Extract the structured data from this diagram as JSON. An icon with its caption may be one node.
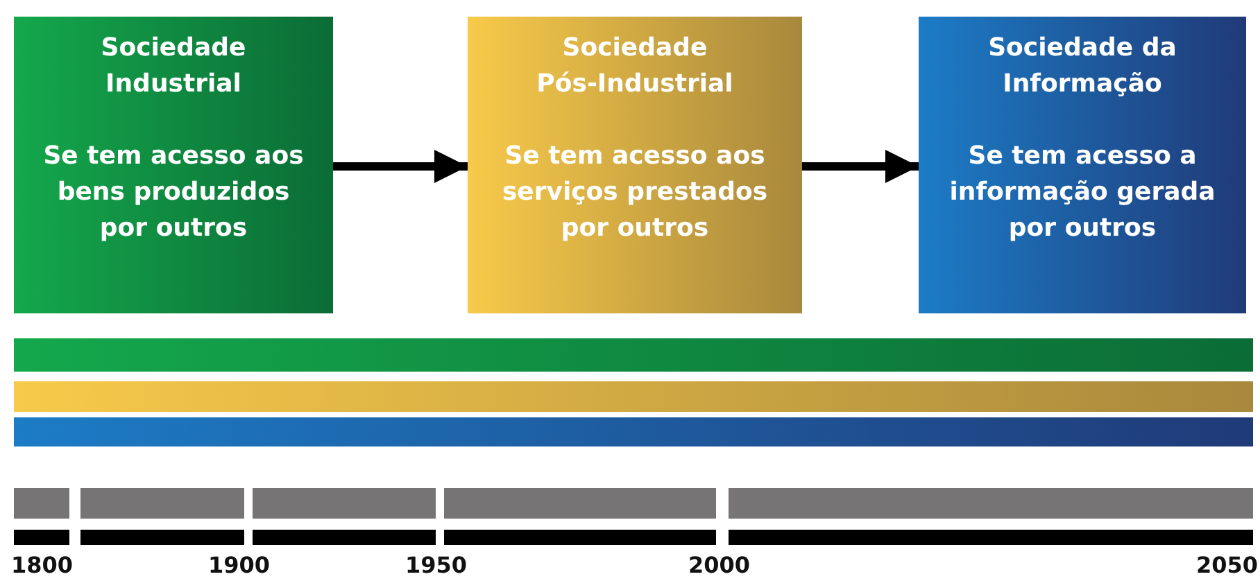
{
  "diagram": {
    "nodes": [
      {
        "text": [
          "Sociedade Industrial",
          "Se tem acesso aos bens produzidos por outros"
        ]
      },
      {
        "text": [
          "Sociedade Pós-Industrial",
          "Se tem acesso aos serviços prestados por outros"
        ]
      },
      {
        "text": [
          "Sociedade da Informação",
          "Se tem acesso a informação gerada por outros"
        ]
      }
    ],
    "edges": [
      {
        "from": 0,
        "to": 1,
        "arrow": "to"
      },
      {
        "from": 1,
        "to": 2,
        "arrow": "to"
      }
    ],
    "labels": [
      "1800",
      "1900",
      "1950",
      "2000",
      "2050"
    ]
  }
}
